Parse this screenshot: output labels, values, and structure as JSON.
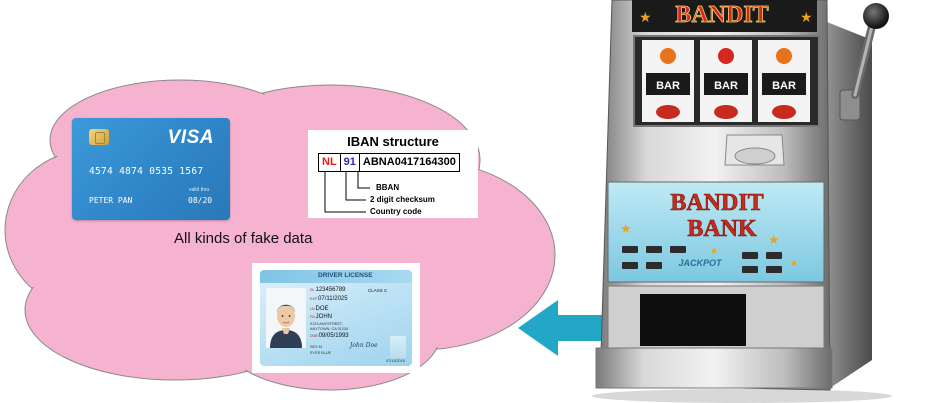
{
  "visa_card": {
    "brand": "VISA",
    "number": "4574 4874 0535 1567",
    "valid_thru_label": "valid thru",
    "holder": "PETER PAN",
    "expiry": "08/20"
  },
  "iban": {
    "title": "IBAN structure",
    "country": "NL",
    "checksum": "91",
    "bban": "ABNA0417164300",
    "label_bban": "BBAN",
    "label_checksum": "2 digit checksum",
    "label_country": "Country code"
  },
  "caption": "All kinds of fake data",
  "license": {
    "title": "DRIVER LICENSE",
    "dl": "123456789",
    "class": "CLASS C",
    "exp": "07/11/2025",
    "last_name": "DOE",
    "first_name": "JOHN",
    "address_1": "0123 ANYSTREET,",
    "address_2": "ANYTOWN, CA 01234",
    "dob": "09/05/1993",
    "small_1": "SEX M",
    "small_2": "EYES BLUE",
    "signature": "John Doe",
    "iss": "07/11/2015"
  },
  "slot_machine": {
    "top_sign": "BANDIT",
    "bank_sign_1": "BANDIT",
    "bank_sign_2": "BANK",
    "reel_symbol": "BAR",
    "jackpot_text": "JACKPOT"
  },
  "colors": {
    "cloud_fill": "#f5b3d0",
    "cloud_stroke": "#8a8a8a",
    "arrow": "#22a8c6",
    "visa_blue": "#2f86c8",
    "iban_country": "#e8191b",
    "iban_checksum": "#2a2ab8"
  }
}
